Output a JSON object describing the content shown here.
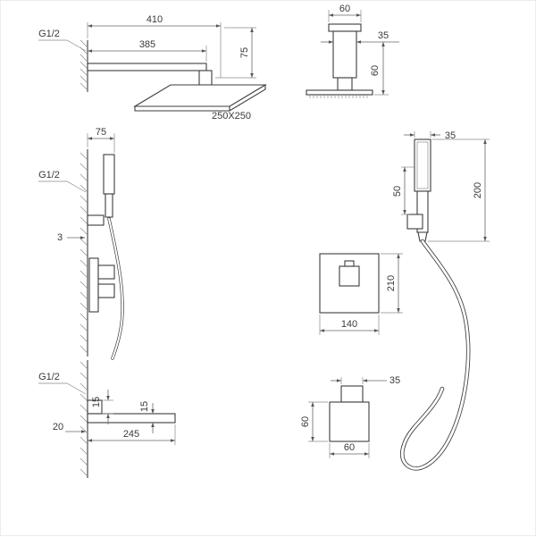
{
  "views": {
    "rain_shower_side": {
      "thread_label": "G1/2",
      "dim_total": "410",
      "dim_arm": "385",
      "dim_drop": "75",
      "head_size": "250X250"
    },
    "rain_shower_front": {
      "dim_flange": "60",
      "dim_arm_width": "35",
      "dim_height": "60"
    },
    "hand_shower_side": {
      "dim_offset": "75",
      "thread_label": "G1/2",
      "dim_gap": "3"
    },
    "hand_shower_front": {
      "dim_width": "35",
      "dim_length": "200",
      "dim_holder": "50"
    },
    "mixer_front": {
      "dim_height": "210",
      "dim_width": "140"
    },
    "spout_side": {
      "thread_label": "G1/2",
      "dim_body_height": "15",
      "dim_spout_height": "15",
      "dim_drop": "20",
      "dim_length": "245"
    },
    "spout_front": {
      "dim_outlet": "35",
      "dim_plate_height": "60",
      "dim_plate_width": "60"
    }
  }
}
